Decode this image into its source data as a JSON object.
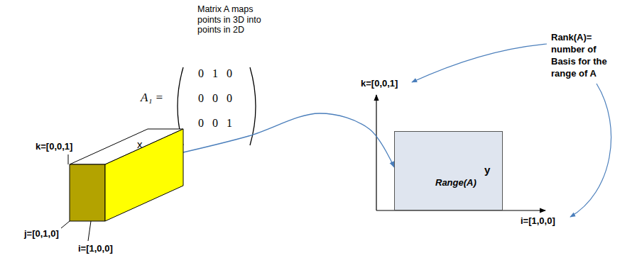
{
  "diagram": {
    "nodes": [
      {
        "text": [
          "x"
        ]
      },
      {
        "text": [
          "y",
          "Range(A)"
        ]
      }
    ],
    "edges": [
      {
        "from": 0,
        "to": 1,
        "arrow": "to"
      }
    ],
    "labels": [
      "Matrix A maps points in 3D into points in 2D",
      "A₁ =",
      "0",
      "1",
      "0",
      "0",
      "0",
      "0",
      "0",
      "0",
      "1",
      "k=[0,0,1]",
      "j=[0,1,0]",
      "i=[1,0,0]",
      "k=[0,0,1]",
      "i=[1,0,0]",
      "Rank(A)= number of Basis for the range of A"
    ]
  }
}
